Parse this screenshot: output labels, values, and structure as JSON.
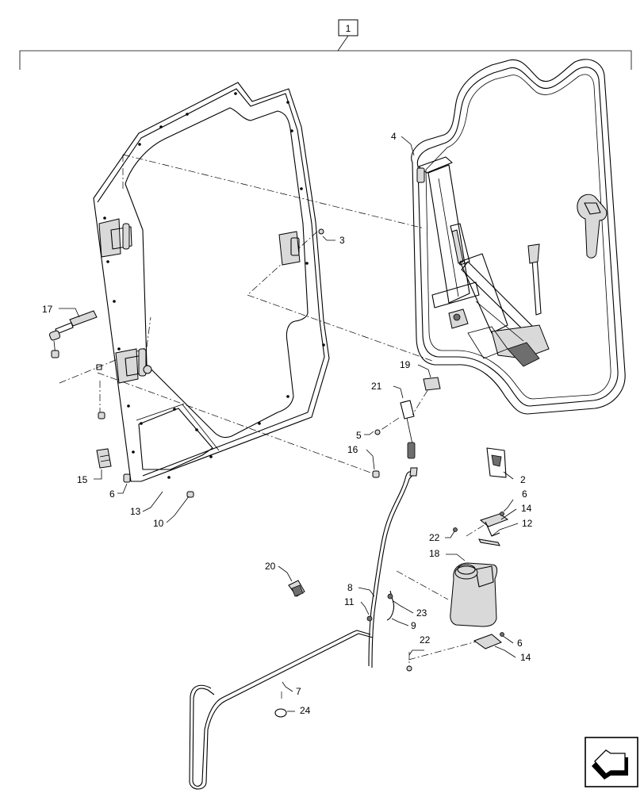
{
  "assembly_label": "1",
  "callouts": {
    "c2": "2",
    "c3": "3",
    "c4": "4",
    "c5": "5",
    "c6a": "6",
    "c6b": "6",
    "c6c": "6",
    "c7": "7",
    "c8": "8",
    "c9": "9",
    "c10": "10",
    "c11": "11",
    "c12": "12",
    "c13": "13",
    "c14a": "14",
    "c14b": "14",
    "c15": "15",
    "c16": "16",
    "c17": "17",
    "c18": "18",
    "c19": "19",
    "c20": "20",
    "c21": "21",
    "c22a": "22",
    "c22b": "22",
    "c23": "23",
    "c24": "24"
  },
  "colors": {
    "line": "#000000",
    "part_fill": "#d9d9d9",
    "shade": "#6e6e6e",
    "background": "#ffffff"
  },
  "icons": {
    "nav": "next-page-arrow-icon"
  }
}
